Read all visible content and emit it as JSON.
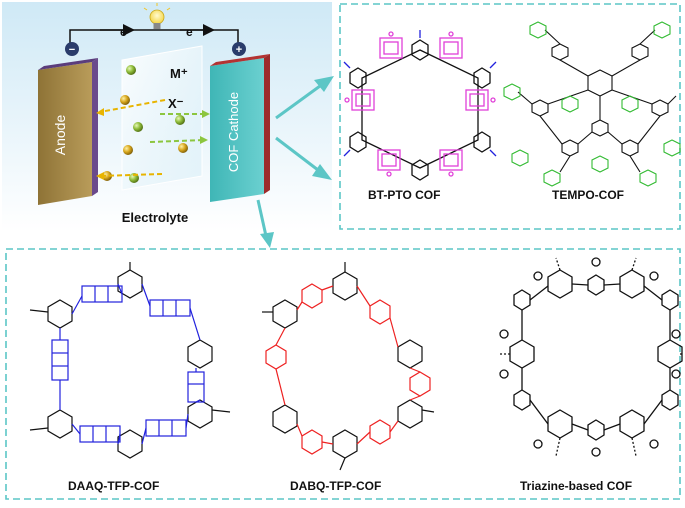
{
  "cell": {
    "electron_left": "e⁻",
    "electron_right": "e⁻",
    "minus_sign": "−",
    "plus_sign": "+",
    "anode_label": "Anode",
    "cathode_label": "COF Cathode",
    "cation_label": "M⁺",
    "anion_label": "X⁻",
    "electrolyte_label": "Electrolyte"
  },
  "panels": {
    "bt_pto": {
      "caption": "BT-PTO COF",
      "color": "#e040d8"
    },
    "tempo": {
      "caption": "TEMPO-COF",
      "color": "#33bb33"
    },
    "daaq": {
      "caption": "DAAQ-TFP-COF",
      "color": "#2222dd"
    },
    "dabq": {
      "caption": "DABQ-TFP-COF",
      "color": "#ee2222"
    },
    "triazine": {
      "caption": "Triazine-based COF",
      "color": "#111111"
    }
  },
  "colors": {
    "frame_dash": "#5cc6c6",
    "arrow": "#5cc6c6",
    "background_blue": "#bfe2f2",
    "anode": "#a68a4a",
    "cathode": "#4fc2c2"
  }
}
